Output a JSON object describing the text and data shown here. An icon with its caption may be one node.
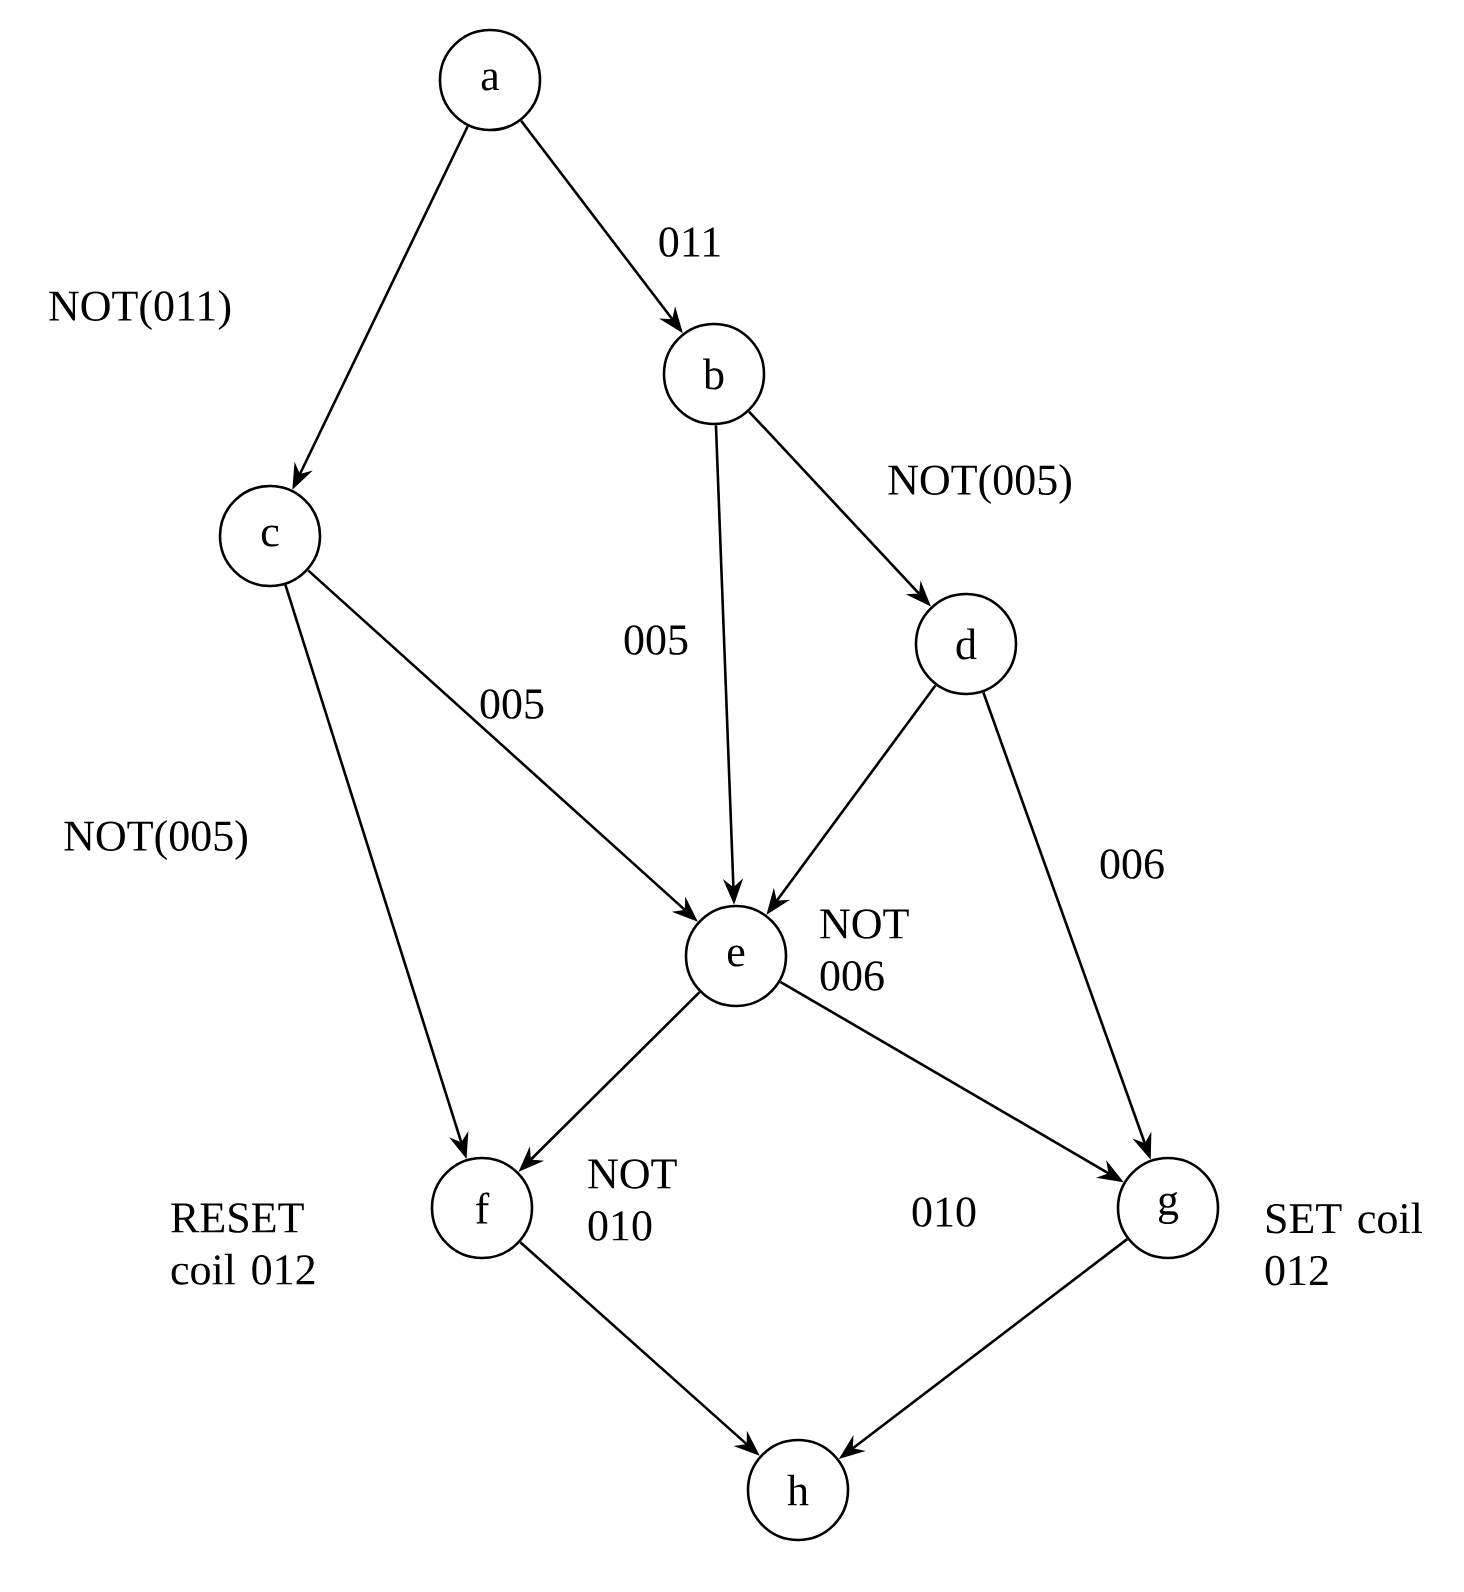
{
  "diagram": {
    "nodes": [
      {
        "text": [
          "a"
        ]
      },
      {
        "text": [
          "b"
        ]
      },
      {
        "text": [
          "c"
        ]
      },
      {
        "text": [
          "d"
        ]
      },
      {
        "text": [
          "e"
        ]
      },
      {
        "text": [
          "f"
        ],
        "beside": [
          "RESET coil 012"
        ]
      },
      {
        "text": [
          "g"
        ],
        "beside": [
          "SET coil 012"
        ]
      },
      {
        "text": [
          "h"
        ]
      }
    ],
    "edges": [
      {
        "from": 0,
        "to": 1,
        "arrow": "to",
        "label": "011"
      },
      {
        "from": 0,
        "to": 2,
        "arrow": "to",
        "label": "NOT(011)"
      },
      {
        "from": 1,
        "to": 3,
        "arrow": "to",
        "label": "NOT(005)"
      },
      {
        "from": 1,
        "to": 4,
        "arrow": "to",
        "label": "005"
      },
      {
        "from": 2,
        "to": 4,
        "arrow": "to",
        "label": "005"
      },
      {
        "from": 2,
        "to": 5,
        "arrow": "to",
        "label": "NOT(005)"
      },
      {
        "from": 3,
        "to": 4,
        "arrow": "to",
        "label": "NOT 006"
      },
      {
        "from": 3,
        "to": 6,
        "arrow": "to",
        "label": "006"
      },
      {
        "from": 4,
        "to": 5,
        "arrow": "to",
        "label": "NOT 010"
      },
      {
        "from": 4,
        "to": 6,
        "arrow": "to",
        "label": "010"
      },
      {
        "from": 5,
        "to": 7,
        "arrow": "to"
      },
      {
        "from": 6,
        "to": 7,
        "arrow": "to"
      }
    ]
  }
}
